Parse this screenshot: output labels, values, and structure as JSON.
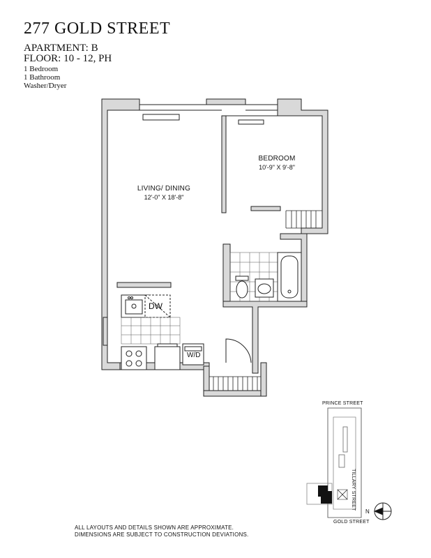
{
  "header": {
    "title": "277 GOLD STREET",
    "apartment": "APARTMENT: B",
    "floor": "FLOOR: 10 - 12, PH",
    "details": [
      "1 Bedroom",
      "1 Bathroom",
      "Washer/Dryer"
    ]
  },
  "rooms": {
    "living": {
      "name": "LIVING/ DINING",
      "dims": "12'-0\" X 18'-8\""
    },
    "bedroom": {
      "name": "BEDROOM",
      "dims": "10'-9\" X 9'-8\""
    },
    "dw": "DW",
    "wd": "W/D"
  },
  "site_map": {
    "prince": "PRINCE STREET",
    "tillary": "TILLARY STREET",
    "gold": "GOLD STREET",
    "north": "N"
  },
  "disclaimer": [
    "ALL LAYOUTS AND DETAILS SHOWN ARE APPROXIMATE.",
    "DIMENSIONS ARE SUBJECT TO CONSTRUCTION DEVIATIONS."
  ]
}
